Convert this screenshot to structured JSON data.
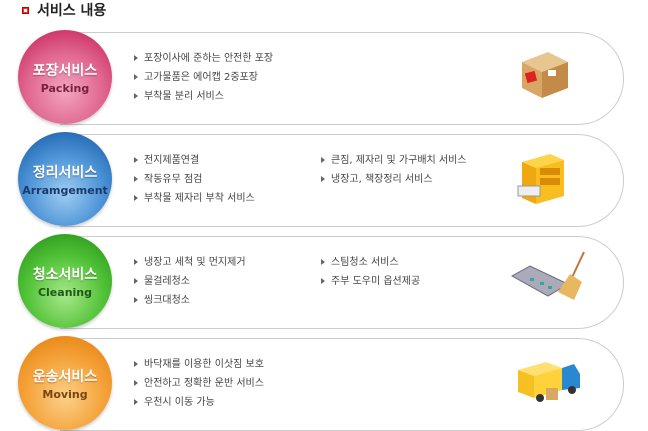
{
  "title": "서비스 내용",
  "services": [
    {
      "name": "포장서비스",
      "en": "Packing",
      "col1": [
        "포장이사에 준하는 안전한 포장",
        "고가물품은 에어캡 2중포장",
        "부착물 분리 서비스"
      ],
      "col2": [],
      "color": "#d8436f",
      "en_color": "#7a2040"
    },
    {
      "name": "정리서비스",
      "en": "Arramgement",
      "col1": [
        "전지제품연결",
        "작동유무 점검",
        "부착물 제자리 부착 서비스"
      ],
      "col2": [
        "큰짐, 제자리 및 가구배치 서비스",
        "냉장고, 책장정리 서비스"
      ],
      "color": "#2a78c8",
      "en_color": "#1a3a6a"
    },
    {
      "name": "청소서비스",
      "en": "Cleaning",
      "col1": [
        "냉장고 세척 및 먼지제거",
        "물걸레청소",
        "씽크대청소"
      ],
      "col2": [
        "스팀청소 서비스",
        "주부 도우미 옵션제공"
      ],
      "color": "#3cae2a",
      "en_color": "#1f5a16"
    },
    {
      "name": "운송서비스",
      "en": "Moving",
      "col1": [
        "바닥재를 이용한 이삿짐 보호",
        "안전하고 정확한 운반 서비스",
        "우천시 이동 가능"
      ],
      "col2": [],
      "color": "#f0901a",
      "en_color": "#7a4510"
    }
  ]
}
